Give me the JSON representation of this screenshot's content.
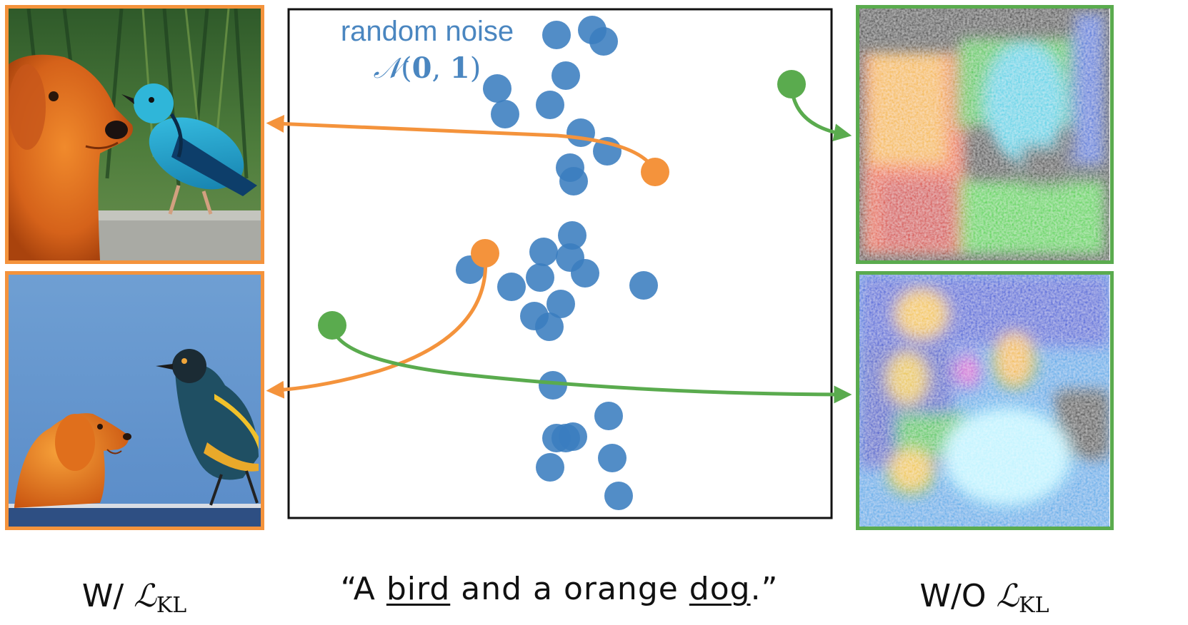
{
  "noise_label": {
    "line1": "random noise",
    "symbol": "𝒩",
    "zero": "0",
    "one": "1"
  },
  "caption": {
    "open_quote": "“A ",
    "word_bird": "bird",
    "middle": " and a orange ",
    "word_dog": "dog",
    "close": ".”"
  },
  "left_label": {
    "prefix": "W/ ",
    "loss": "ℒ",
    "subscript": "KL"
  },
  "right_label": {
    "prefix": "W/O ",
    "loss": "ℒ",
    "subscript": "KL"
  },
  "colors": {
    "with_kl": "#f4933c",
    "without_kl": "#5aab4e",
    "noise": "#3a7dbf",
    "box_border": "#111111"
  },
  "images": {
    "with_kl_top": "dog-and-blue-bird-photo",
    "with_kl_bottom": "orange-dog-and-bird-photo",
    "without_kl_top": "noisy-colorful-texture",
    "without_kl_bottom": "noisy-colorful-blobs"
  }
}
